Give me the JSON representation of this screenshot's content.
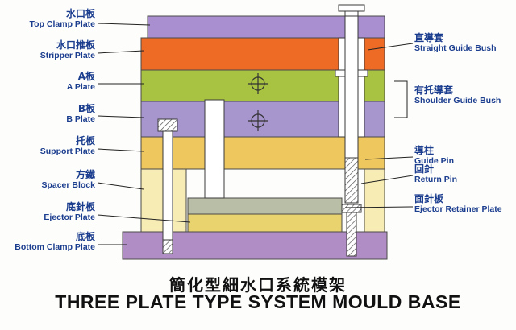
{
  "page": {
    "title_zh": "簡化型細水口系統模架",
    "title_en": "THREE PLATE TYPE SYSTEM MOULD BASE"
  },
  "labels_left": [
    {
      "zh": "水口板",
      "en": "Top Clamp Plate"
    },
    {
      "zh": "水口推板",
      "en": "Stripper Plate"
    },
    {
      "zh": "A板",
      "en": "A Plate"
    },
    {
      "zh": "B板",
      "en": "B Plate"
    },
    {
      "zh": "托板",
      "en": "Support Plate"
    },
    {
      "zh": "方鐵",
      "en": "Spacer Block"
    },
    {
      "zh": "底針板",
      "en": "Ejector Plate"
    },
    {
      "zh": "底板",
      "en": "Bottom Clamp Plate"
    }
  ],
  "labels_right": [
    {
      "zh": "直導套",
      "en": "Straight Guide Bush"
    },
    {
      "zh": "有托導套",
      "en": "Shoulder Guide Bush"
    },
    {
      "zh": "導柱",
      "en": "Guide Pin"
    },
    {
      "zh": "回針",
      "en": "Return Pin"
    },
    {
      "zh": "面針板",
      "en": "Ejector Retainer Plate"
    }
  ],
  "colors": {
    "label_text": "#1c3e8f",
    "title_text": "#111111",
    "top_clamp_plate": "#a98fd0",
    "stripper_plate": "#ee6b26",
    "a_plate": "#a8c341",
    "b_plate": "#a795ce",
    "support_plate": "#efc75f",
    "spacer_block": "#f6ecb4",
    "ejector_retainer_plate": "#b9bfa6",
    "ejector_plate": "#e9d36e",
    "bottom_clamp_plate": "#b18dc5",
    "outline": "#4a4a4a"
  }
}
